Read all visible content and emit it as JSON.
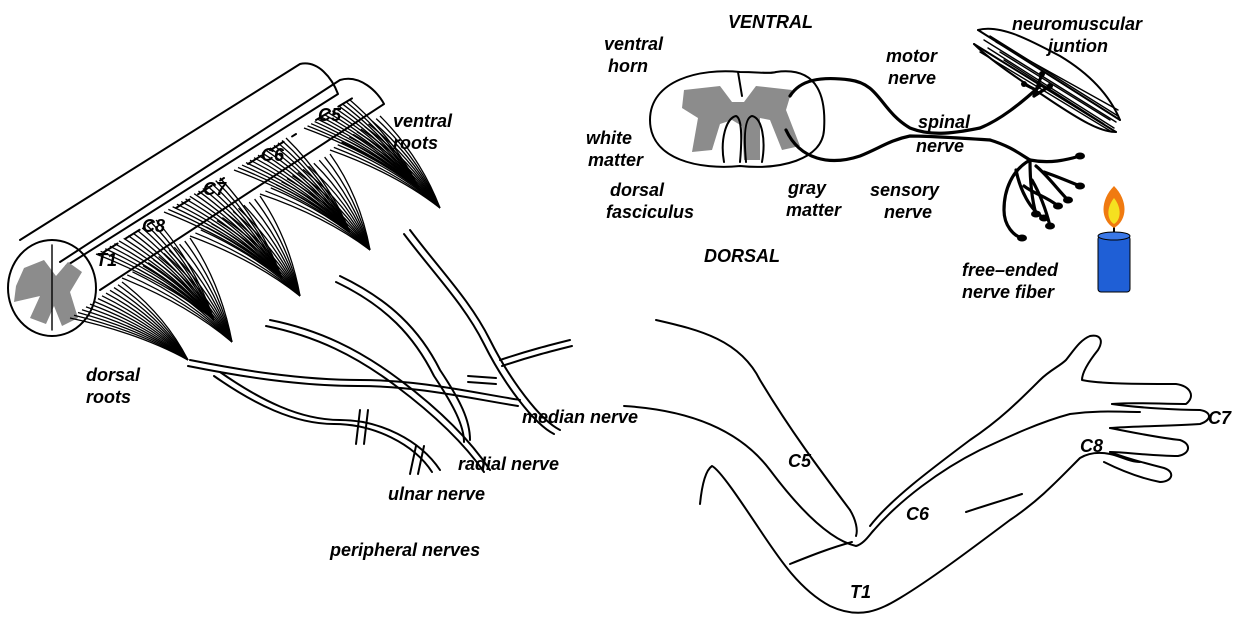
{
  "colors": {
    "ink": "#000000",
    "gray_matter": "#8c8c8c",
    "background": "#ffffff",
    "candle_body": "#1f5fd6",
    "flame_outer": "#f07a10",
    "flame_inner": "#f5e020"
  },
  "spinal_cord_panel": {
    "segments": [
      "C5",
      "C6",
      "C7",
      "C8",
      "T1"
    ],
    "ventral_roots": [
      "ventral",
      "roots"
    ],
    "dorsal_roots": [
      "dorsal",
      "roots"
    ],
    "median_nerve": "median nerve",
    "radial_nerve": "radial nerve",
    "ulnar_nerve": "ulnar nerve",
    "peripheral_nerves": "peripheral nerves"
  },
  "cross_section_panel": {
    "ventral": "VENTRAL",
    "dorsal": "DORSAL",
    "ventral_horn": [
      "ventral",
      "horn"
    ],
    "white_matter": [
      "white",
      "matter"
    ],
    "dorsal_fasciculus": [
      "dorsal",
      "fasciculus"
    ],
    "gray_matter": [
      "gray",
      "matter"
    ],
    "motor_nerve": [
      "motor",
      "nerve"
    ],
    "spinal_nerve": [
      "spinal",
      "nerve"
    ],
    "sensory_nerve": [
      "sensory",
      "nerve"
    ],
    "neuromuscular_junction": [
      "neuromuscular",
      "juntion"
    ],
    "free_ended_nerve_fiber": [
      "free–ended",
      "nerve fiber"
    ],
    "candle_icon": "candle-flame-icon"
  },
  "dermatome_panel": {
    "labels": [
      "C5",
      "C6",
      "C7",
      "C8",
      "T1"
    ]
  }
}
